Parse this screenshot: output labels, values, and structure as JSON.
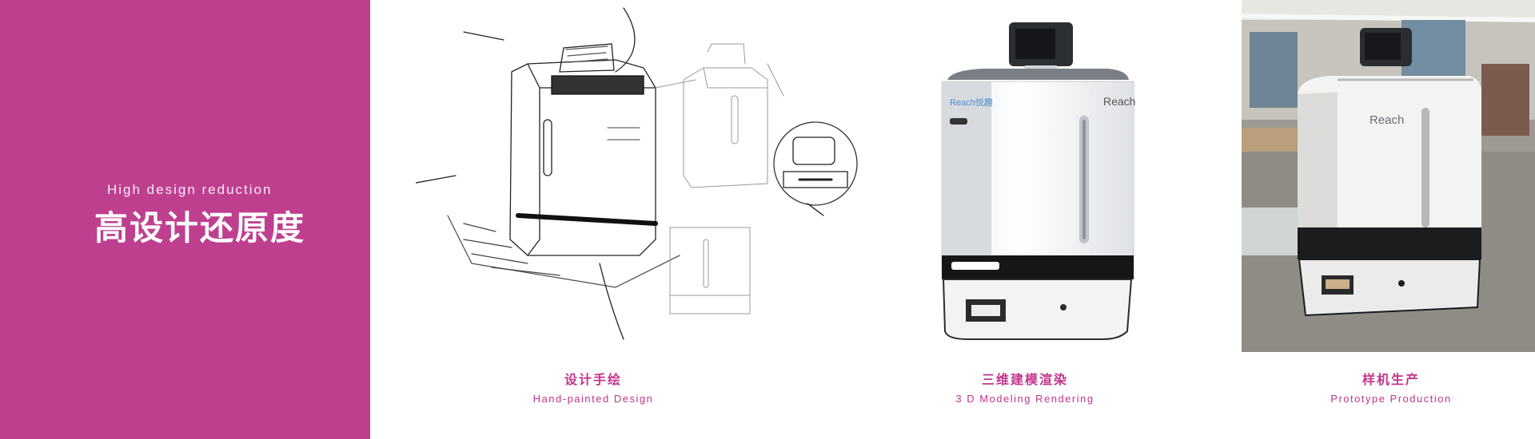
{
  "side": {
    "subtitle": "High design reduction",
    "title": "高设计还原度",
    "color": "#bf3f8f"
  },
  "stages": [
    {
      "zh": "设计手绘",
      "en": "Hand-painted Design",
      "image": "sketch-image"
    },
    {
      "zh": "三维建模渲染",
      "en": "3 D Modeling Rendering",
      "image": "render-image"
    },
    {
      "zh": "样机生产",
      "en": "Prototype Production",
      "image": "photo-image"
    }
  ],
  "robot": {
    "brand": "Reach",
    "brand_alt": "Reach悦趣"
  },
  "accent": "#c2358d"
}
